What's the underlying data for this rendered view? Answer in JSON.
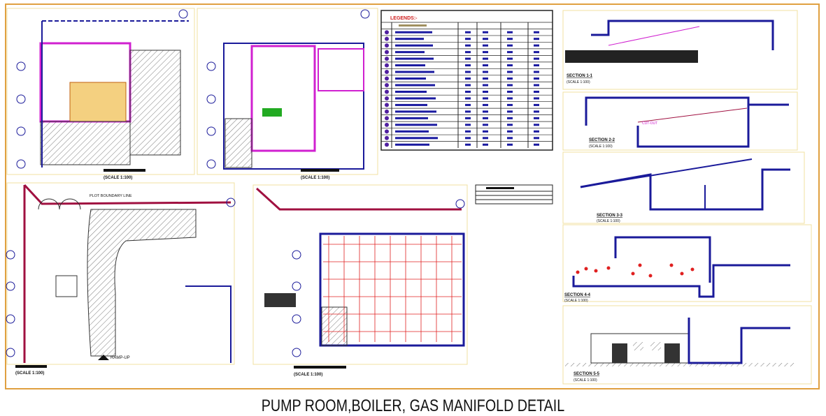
{
  "drawing_title": "PUMP ROOM,BOILER, GAS MANIFOLD DETAIL",
  "legend": {
    "heading": "LEGENDS:-",
    "row_count": 18
  },
  "labels": {
    "plot_boundary": "PLOT BOUNDARY LINE",
    "ramp_up": "RAMP-UP",
    "cut_out": "CUT-OUT"
  },
  "sections": [
    {
      "title": "SECTION 1-1",
      "scale": "(SCALE 1:100)"
    },
    {
      "title": "SECTION 2-2",
      "scale": "(SCALE 1:100)"
    },
    {
      "title": "SECTION 3-3",
      "scale": "(SCALE 1:100)"
    },
    {
      "title": "SECTION 4-4",
      "scale": "(SCALE 1:100)"
    },
    {
      "title": "SECTION 5-5",
      "scale": "(SCALE 1:100)"
    }
  ],
  "plans": [
    {
      "scale": "(SCALE 1:100)"
    },
    {
      "scale": "(SCALE 1:100)"
    },
    {
      "scale": "(SCALE 1:100)"
    },
    {
      "scale": "(SCALE 1:100)"
    }
  ],
  "colors": {
    "frame": "#e0a040",
    "wall": "#1a1a9a",
    "pipe": "#e02020",
    "dim": "#22cc22",
    "magenta": "#d020d0",
    "hatch": "#333333"
  }
}
